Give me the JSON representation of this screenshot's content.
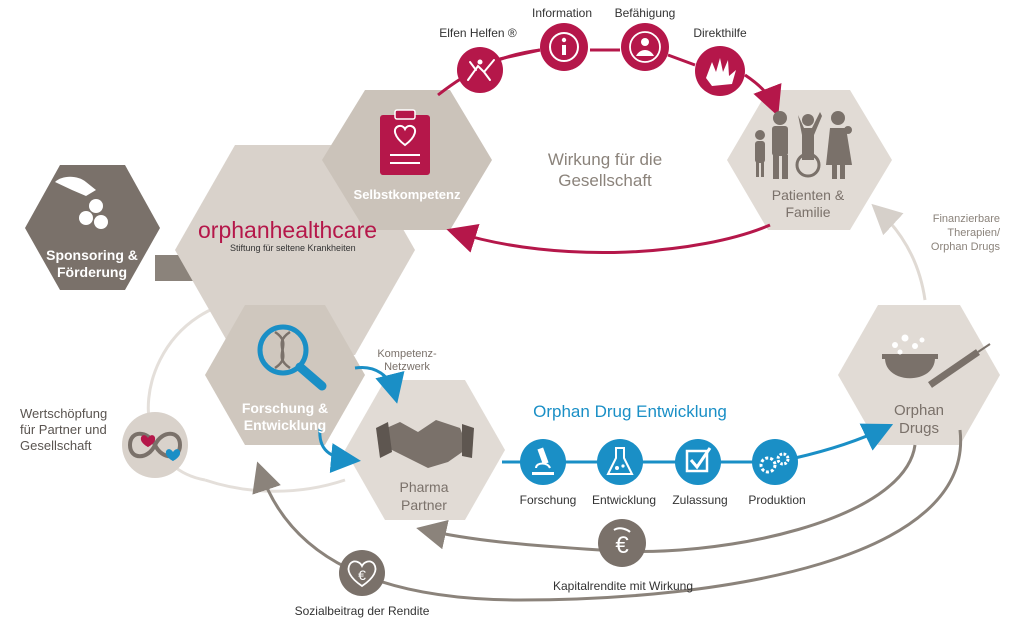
{
  "brand": {
    "name_part1": "orphan",
    "name_part2": "healthcare",
    "tagline": "Stiftung für seltene Krankheiten"
  },
  "colors": {
    "crimson": "#b5174a",
    "blue": "#1a8fc6",
    "hex_light": "#d9d2cb",
    "hex_mid": "#c9c0b7",
    "hex_dark": "#7a716a",
    "arrow_gray": "#8b837b",
    "text_gray": "#5a5450"
  },
  "nodes": {
    "sponsoring_line1": "Sponsoring &",
    "sponsoring_line2": "Förderung",
    "selbstkompetenz": "Selbstkompetenz",
    "forschung_line1": "Forschung &",
    "forschung_line2": "Entwicklung",
    "pharma_line1": "Pharma",
    "pharma_line2": "Partner",
    "patienten_line1": "Patienten &",
    "patienten_line2": "Familie",
    "orphan_line1": "Orphan",
    "orphan_line2": "Drugs"
  },
  "top_steps": [
    {
      "label": "Elfen Helfen ®",
      "icon": "elf-icon"
    },
    {
      "label": "Information",
      "icon": "info-icon"
    },
    {
      "label": "Befähigung",
      "icon": "empowerment-icon"
    },
    {
      "label": "Direkthilfe",
      "icon": "helping-hands-icon"
    }
  ],
  "dev_steps": [
    {
      "label": "Forschung",
      "icon": "microscope-icon"
    },
    {
      "label": "Entwicklung",
      "icon": "flask-icon"
    },
    {
      "label": "Zulassung",
      "icon": "checkbox-icon"
    },
    {
      "label": "Produktion",
      "icon": "gears-icon"
    }
  ],
  "labels": {
    "wirkung_line1": "Wirkung für die",
    "wirkung_line2": "Gesellschaft",
    "orphan_dev": "Orphan Drug Entwicklung",
    "kompetenz_line1": "Kompetenz-",
    "kompetenz_line2": "Netzwerk",
    "finanz_line1": "Finanzierbare",
    "finanz_line2": "Therapien/",
    "finanz_line3": "Orphan Drugs",
    "wert_line1": "Wertschöpfung",
    "wert_line2": "für Partner und",
    "wert_line3": "Gesellschaft",
    "kapital": "Kapitalrendite mit Wirkung",
    "sozial": "Sozialbeitrag der Rendite",
    "euro_symbol": "€"
  }
}
